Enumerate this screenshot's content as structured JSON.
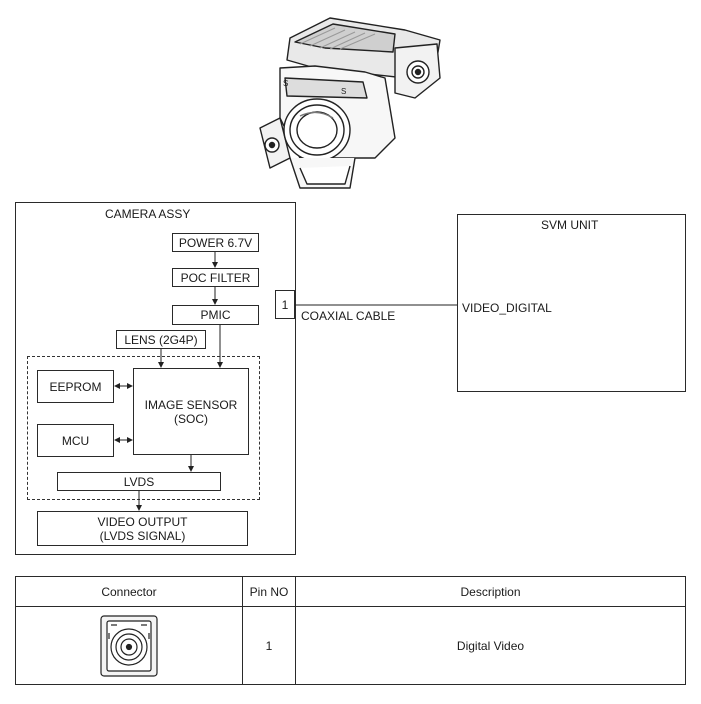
{
  "assy": {
    "title": "CAMERA ASSY",
    "power": "POWER 6.7V",
    "poc_filter": "POC FILTER",
    "pmic": "PMIC",
    "lens": "LENS (2G4P)",
    "eeprom": "EEPROM",
    "mcu": "MCU",
    "image_sensor_line1": "IMAGE SENSOR",
    "image_sensor_line2": "(SOC)",
    "lvds": "LVDS",
    "video_output_line1": "VIDEO OUTPUT",
    "video_output_line2": "(LVDS SIGNAL)"
  },
  "link": {
    "pin": "1",
    "cable": "COAXIAL CABLE"
  },
  "svm": {
    "title": "SVM UNIT",
    "signal": "VIDEO_DIGITAL"
  },
  "table": {
    "headers": [
      "Connector",
      "Pin NO",
      "Description"
    ],
    "rows": [
      {
        "pin": "1",
        "description": "Digital Video"
      }
    ]
  }
}
